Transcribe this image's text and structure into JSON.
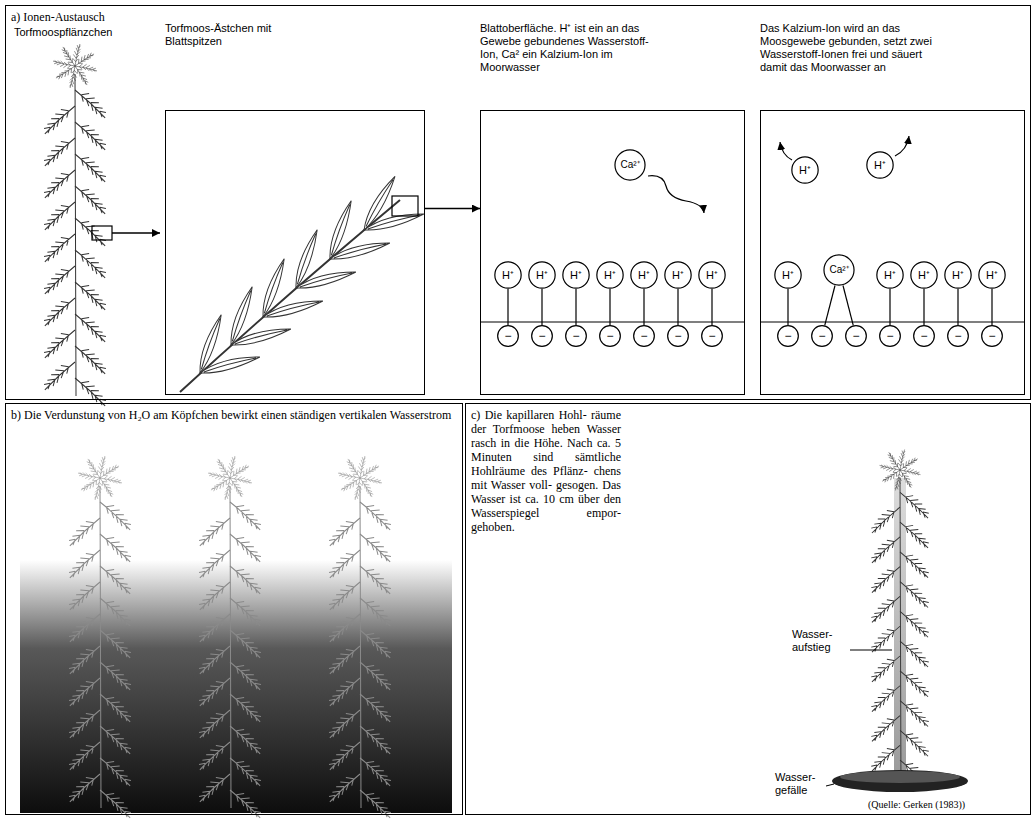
{
  "diagram": {
    "nodes": [
      {
        "text": [
          "a) Ionen-Austausch"
        ]
      },
      {
        "text": [
          "Torfmoos-Ästchen mit Blattspitzen"
        ],
        "in": 0
      },
      {
        "text": [
          "Blattoberfläche. H⁺ ist ein an das Gewebe gebundenes Wasserstoff-Ion, Ca² ein Kalzium-Ion im Moorwasser"
        ],
        "in": 0
      },
      {
        "text": [
          "Das Kalzium-Ion wird an das Moosgewebe gebunden, setzt zwei Wasserstoff-Ionen frei und säuert damit das Moorwasser an"
        ],
        "in": 0
      },
      {
        "text": [
          "H⁺"
        ],
        "in": 2
      },
      {
        "text": [
          "H⁺"
        ],
        "in": 2
      },
      {
        "text": [
          "H⁺"
        ],
        "in": 2
      },
      {
        "text": [
          "H⁺"
        ],
        "in": 2
      },
      {
        "text": [
          "H⁺"
        ],
        "in": 2
      },
      {
        "text": [
          "H⁺"
        ],
        "in": 2
      },
      {
        "text": [
          "H⁺"
        ],
        "in": 2
      },
      {
        "text": [
          "−"
        ],
        "in": 2
      },
      {
        "text": [
          "−"
        ],
        "in": 2
      },
      {
        "text": [
          "−"
        ],
        "in": 2
      },
      {
        "text": [
          "−"
        ],
        "in": 2
      },
      {
        "text": [
          "−"
        ],
        "in": 2
      },
      {
        "text": [
          "−"
        ],
        "in": 2
      },
      {
        "text": [
          "−"
        ],
        "in": 2
      },
      {
        "text": [
          "Ca²⁺"
        ],
        "in": 2
      },
      {
        "text": [
          "H⁺"
        ],
        "in": 3
      },
      {
        "text": [
          "H⁺"
        ],
        "in": 3
      },
      {
        "text": [
          "H⁺"
        ],
        "in": 3
      },
      {
        "text": [
          "H⁺"
        ],
        "in": 3
      },
      {
        "text": [
          "H⁺"
        ],
        "in": 3
      },
      {
        "text": [
          "H⁺"
        ],
        "in": 3
      },
      {
        "text": [
          "H⁺"
        ],
        "in": 3
      },
      {
        "text": [
          "−"
        ],
        "in": 3
      },
      {
        "text": [
          "−"
        ],
        "in": 3
      },
      {
        "text": [
          "−"
        ],
        "in": 3
      },
      {
        "text": [
          "−"
        ],
        "in": 3
      },
      {
        "text": [
          "−"
        ],
        "in": 3
      },
      {
        "text": [
          "−"
        ],
        "in": 3
      },
      {
        "text": [
          "−"
        ],
        "in": 3
      },
      {
        "text": [
          "Ca²⁺"
        ],
        "in": 3
      },
      {
        "text": [
          "b) Die Verdunstung von H₂O am Köpfchen bewirkt einen ständigen vertikalen Wasserstrom"
        ]
      },
      {
        "text": [
          "c) Die kapillaren Hohl- räume der Torfmoose heben Wasser rasch in die Höhe. Nach ca. 5 Minuten sind sämtliche Hohlräume des Pflänz- chens mit Wasser voll- gesogen. Das Wasser ist ca. 10 cm über den Wasserspiegel empor- gehoben."
        ]
      }
    ],
    "edges": [
      {
        "from": 1,
        "to": 2,
        "arrow": "to"
      },
      {
        "from": 4,
        "to": 11,
        "arrow": "none"
      },
      {
        "from": 5,
        "to": 12,
        "arrow": "none"
      },
      {
        "from": 6,
        "to": 13,
        "arrow": "none"
      },
      {
        "from": 7,
        "to": 14,
        "arrow": "none"
      },
      {
        "from": 8,
        "to": 15,
        "arrow": "none"
      },
      {
        "from": 9,
        "to": 16,
        "arrow": "none"
      },
      {
        "from": 10,
        "to": 17,
        "arrow": "none"
      },
      {
        "from": 19,
        "to": 26,
        "arrow": "none"
      },
      {
        "from": 20,
        "to": 29,
        "arrow": "none"
      },
      {
        "from": 21,
        "to": 30,
        "arrow": "none"
      },
      {
        "from": 22,
        "to": 31,
        "arrow": "none"
      },
      {
        "from": 23,
        "to": 32,
        "arrow": "none"
      },
      {
        "from": 33,
        "to": 27,
        "arrow": "none"
      },
      {
        "from": 33,
        "to": 28,
        "arrow": "none"
      }
    ],
    "labels": [
      "Torfmoospflänzchen",
      "Wasser- aufstieg",
      "Wasser- gefälle",
      "(Quelle: Gerken (1983))"
    ]
  }
}
